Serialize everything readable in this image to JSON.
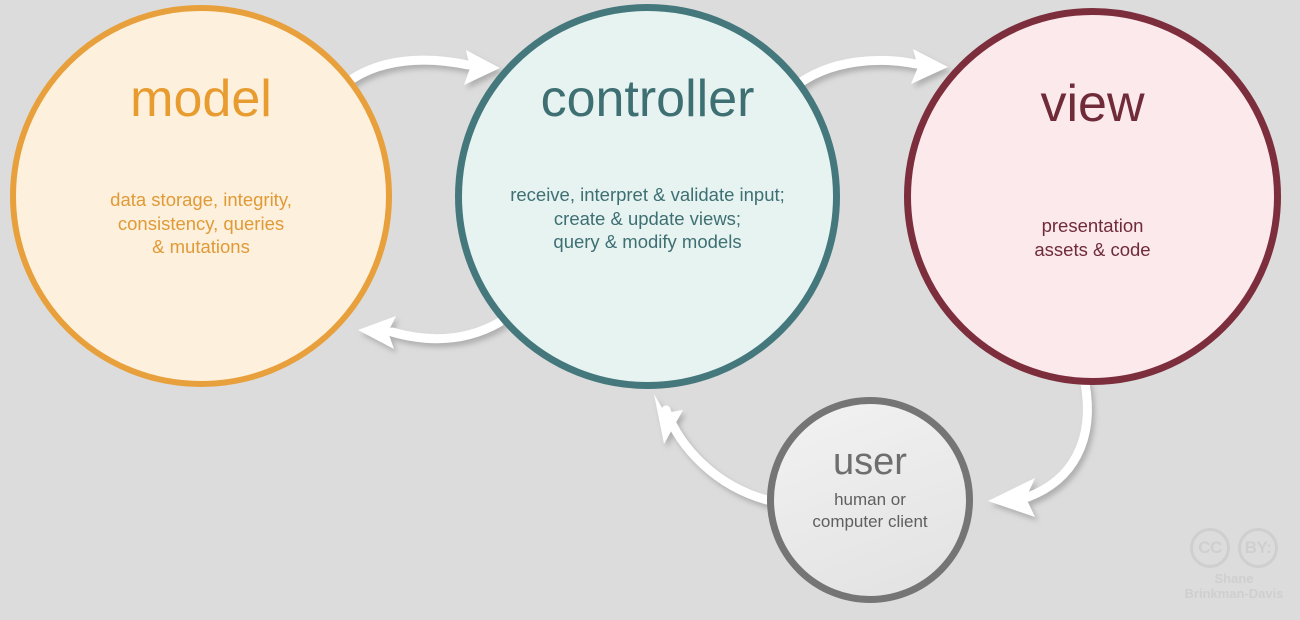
{
  "diagram": {
    "title": "model-view-controller architecture diagram",
    "background_color": "#dcdcdc",
    "nodes": [
      {
        "key": "model",
        "title": "model",
        "description": "data storage, integrity,\nconsistency, queries\n& mutations",
        "fill_color": "#fdf0dc",
        "border_color": "#e8a03c",
        "text_color": "#e09a37"
      },
      {
        "key": "controller",
        "title": "controller",
        "description": "receive, interpret & validate input;\ncreate & update views;\nquery & modify models",
        "fill_color": "#e6f3f1",
        "border_color": "#44787c",
        "text_color": "#3e6f73"
      },
      {
        "key": "view",
        "title": "view",
        "description": "presentation\nassets & code",
        "fill_color": "#fbe9ec",
        "border_color": "#7d2e3d",
        "text_color": "#6f2b38"
      },
      {
        "key": "user",
        "title": "user",
        "description": "human or\ncomputer client",
        "fill_color": "#ededed",
        "border_color": "#757575",
        "text_color": "#5f5f5f"
      }
    ],
    "arrows": [
      {
        "key": "model-to-controller",
        "from": "model",
        "to": "controller",
        "color": "#ffffff"
      },
      {
        "key": "controller-to-model",
        "from": "controller",
        "to": "model",
        "color": "#ffffff"
      },
      {
        "key": "controller-to-view",
        "from": "controller",
        "to": "view",
        "color": "#ffffff"
      },
      {
        "key": "view-to-user",
        "from": "view",
        "to": "user",
        "color": "#ffffff"
      },
      {
        "key": "user-to-controller",
        "from": "user",
        "to": "controller",
        "color": "#ffffff"
      }
    ]
  },
  "credit": {
    "license_badge_cc": "CC",
    "license_badge_by": "BY:",
    "author": "Shane\nBrinkman-Davis",
    "color": "#cfcfcf"
  }
}
